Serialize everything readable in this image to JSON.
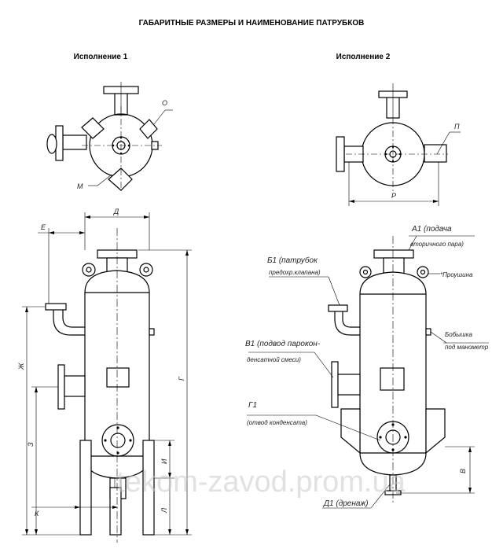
{
  "title": "ГАБАРИТНЫЕ РАЗМЕРЫ И НАИМЕНОВАНИЕ ПАТРУБКОВ",
  "variant1": {
    "label": "Исполнение 1"
  },
  "variant2": {
    "label": "Исполнение 2"
  },
  "dims": {
    "O": "О",
    "M": "М",
    "P": "П",
    "R": "Р",
    "D": "Д",
    "E": "Е",
    "Zh": "Ж",
    "G": "Г",
    "Z": "З",
    "I": "И",
    "K": "К",
    "L": "Л",
    "V": "В"
  },
  "nozzles": {
    "A1_line1": "А1 (подача",
    "A1_line2": "вторичного пара)",
    "B1_line1": "Б1 (патрубок",
    "B1_line2": "предохр.клапана)",
    "V1_line1": "В1 (подвод парокон-",
    "V1_line2": "денсатной смеси)",
    "G1_line1": "Г1",
    "G1_line2": "(отвод конденсата)",
    "D1": "Д1 (дренаж)",
    "lug": "*Проушина",
    "boss_line1": "Бобышка",
    "boss_line2": "под манометр"
  },
  "watermark": "tekom-zavod.prom.ua"
}
